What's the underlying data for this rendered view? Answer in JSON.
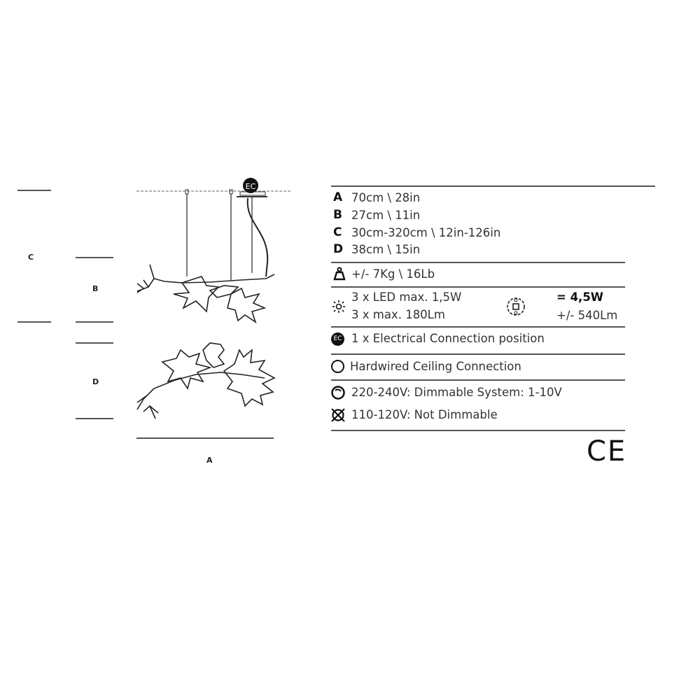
{
  "drawing": {
    "dimension_labels": {
      "a": "A",
      "b": "B",
      "c": "C",
      "d": "D"
    },
    "ec_badge": "EC"
  },
  "specs": {
    "dimensions": [
      {
        "key": "A",
        "value": "70cm \\ 28in"
      },
      {
        "key": "B",
        "value": "27cm \\ 11in"
      },
      {
        "key": "C",
        "value": "30cm-320cm \\ 12in-126in"
      },
      {
        "key": "D",
        "value": "38cm \\ 15in"
      }
    ],
    "weight": "+/- 7Kg \\ 16Lb",
    "led_line1": "3 x LED max. 1,5W",
    "led_line2": "3 x max. 180Lm",
    "total_power": "= 4,5W",
    "total_lumen": "+/- 540Lm",
    "ec_icon_label": "EC",
    "electrical_connection": "1 x Electrical Connection position",
    "hardwired": "Hardwired Ceiling Connection",
    "dimmable": "220-240V: Dimmable System: 1-10V",
    "not_dimmable": "110-120V: Not Dimmable",
    "ce_mark": "CE"
  }
}
